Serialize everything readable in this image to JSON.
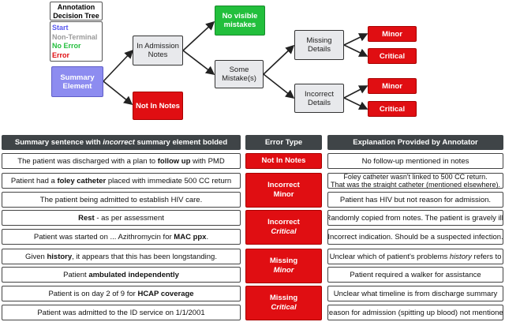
{
  "tree": {
    "title_line1": "Annotation",
    "title_line2": "Decision Tree",
    "legend": [
      {
        "label": "Start",
        "color": "#5a5af0"
      },
      {
        "label": "Non-Terminal",
        "color": "#9a9a9a"
      },
      {
        "label": "No Error",
        "color": "#22bf3c"
      },
      {
        "label": "Error",
        "color": "#e00e12"
      }
    ],
    "summary_element": "Summary\nElement",
    "in_admission_notes": "In Admission\nNotes",
    "not_in_notes": "Not In Notes",
    "no_visible_mistakes": "No visible\nmistakes",
    "some_mistakes": "Some\nMistake(s)",
    "missing_details": "Missing\nDetails",
    "incorrect_details": "Incorrect\nDetails",
    "minor": "Minor",
    "critical": "Critical"
  },
  "table": {
    "header_summary_prefix": "Summary sentence with ",
    "header_summary_italic": "incorrect",
    "header_summary_suffix": " summary element bolded",
    "header_error_type": "Error Type",
    "header_explanation": "Explanation Provided by Annotator",
    "rows": [
      {
        "pre": "The patient was discharged with a plan to ",
        "bold": "follow up",
        "post": " with PMD",
        "explanation": "No follow-up mentioned in notes"
      },
      {
        "pre": "Patient had a ",
        "bold": "foley catheter",
        "post": " placed with immediate 500 CC return",
        "explanation": "Foley catheter wasn't linked to 500 CC return.",
        "explanation2": "That was the straight catheter (mentioned elsewhere)."
      },
      {
        "pre": "The patient being admitted to establish HIV care.",
        "bold": "",
        "post": "",
        "explanation": "Patient has HIV but not reason for admission."
      },
      {
        "pre": "",
        "bold": "Rest",
        "post": " - as per assessment",
        "explanation": "Randomly copied from notes. The patient is gravely ill."
      },
      {
        "pre": "Patient was started on ... Azithromycin for ",
        "bold": "MAC ppx",
        "post": ".",
        "explanation": "Incorrect indication. Should be a suspected infection."
      },
      {
        "pre": "Given ",
        "bold": "history",
        "post": ", it appears that this has been longstanding.",
        "explanation_pre": "Unclear which of patient's problems ",
        "explanation_it": "history",
        "explanation_post": " refers to"
      },
      {
        "pre": "Patient ",
        "bold": "ambulated independently",
        "post": "",
        "explanation": "Patient required a walker for assistance"
      },
      {
        "pre": "Patient is on day 2 of 9 for ",
        "bold": "HCAP coverage",
        "post": "",
        "explanation": "Unclear what timeline is from discharge summary"
      },
      {
        "pre": "Patient was admitted to the ID service on 1/1/2001",
        "bold": "",
        "post": "",
        "explanation": "Reason for admission (spitting up blood) not mentioned"
      }
    ],
    "error_types": [
      {
        "line1": "Not In Notes",
        "line2": ""
      },
      {
        "line1": "Incorrect",
        "line2": "Minor"
      },
      {
        "line1": "Incorrect",
        "line2": "Critical"
      },
      {
        "line1": "Missing",
        "line2": "Minor"
      },
      {
        "line1": "Missing",
        "line2": "Critical"
      }
    ]
  }
}
